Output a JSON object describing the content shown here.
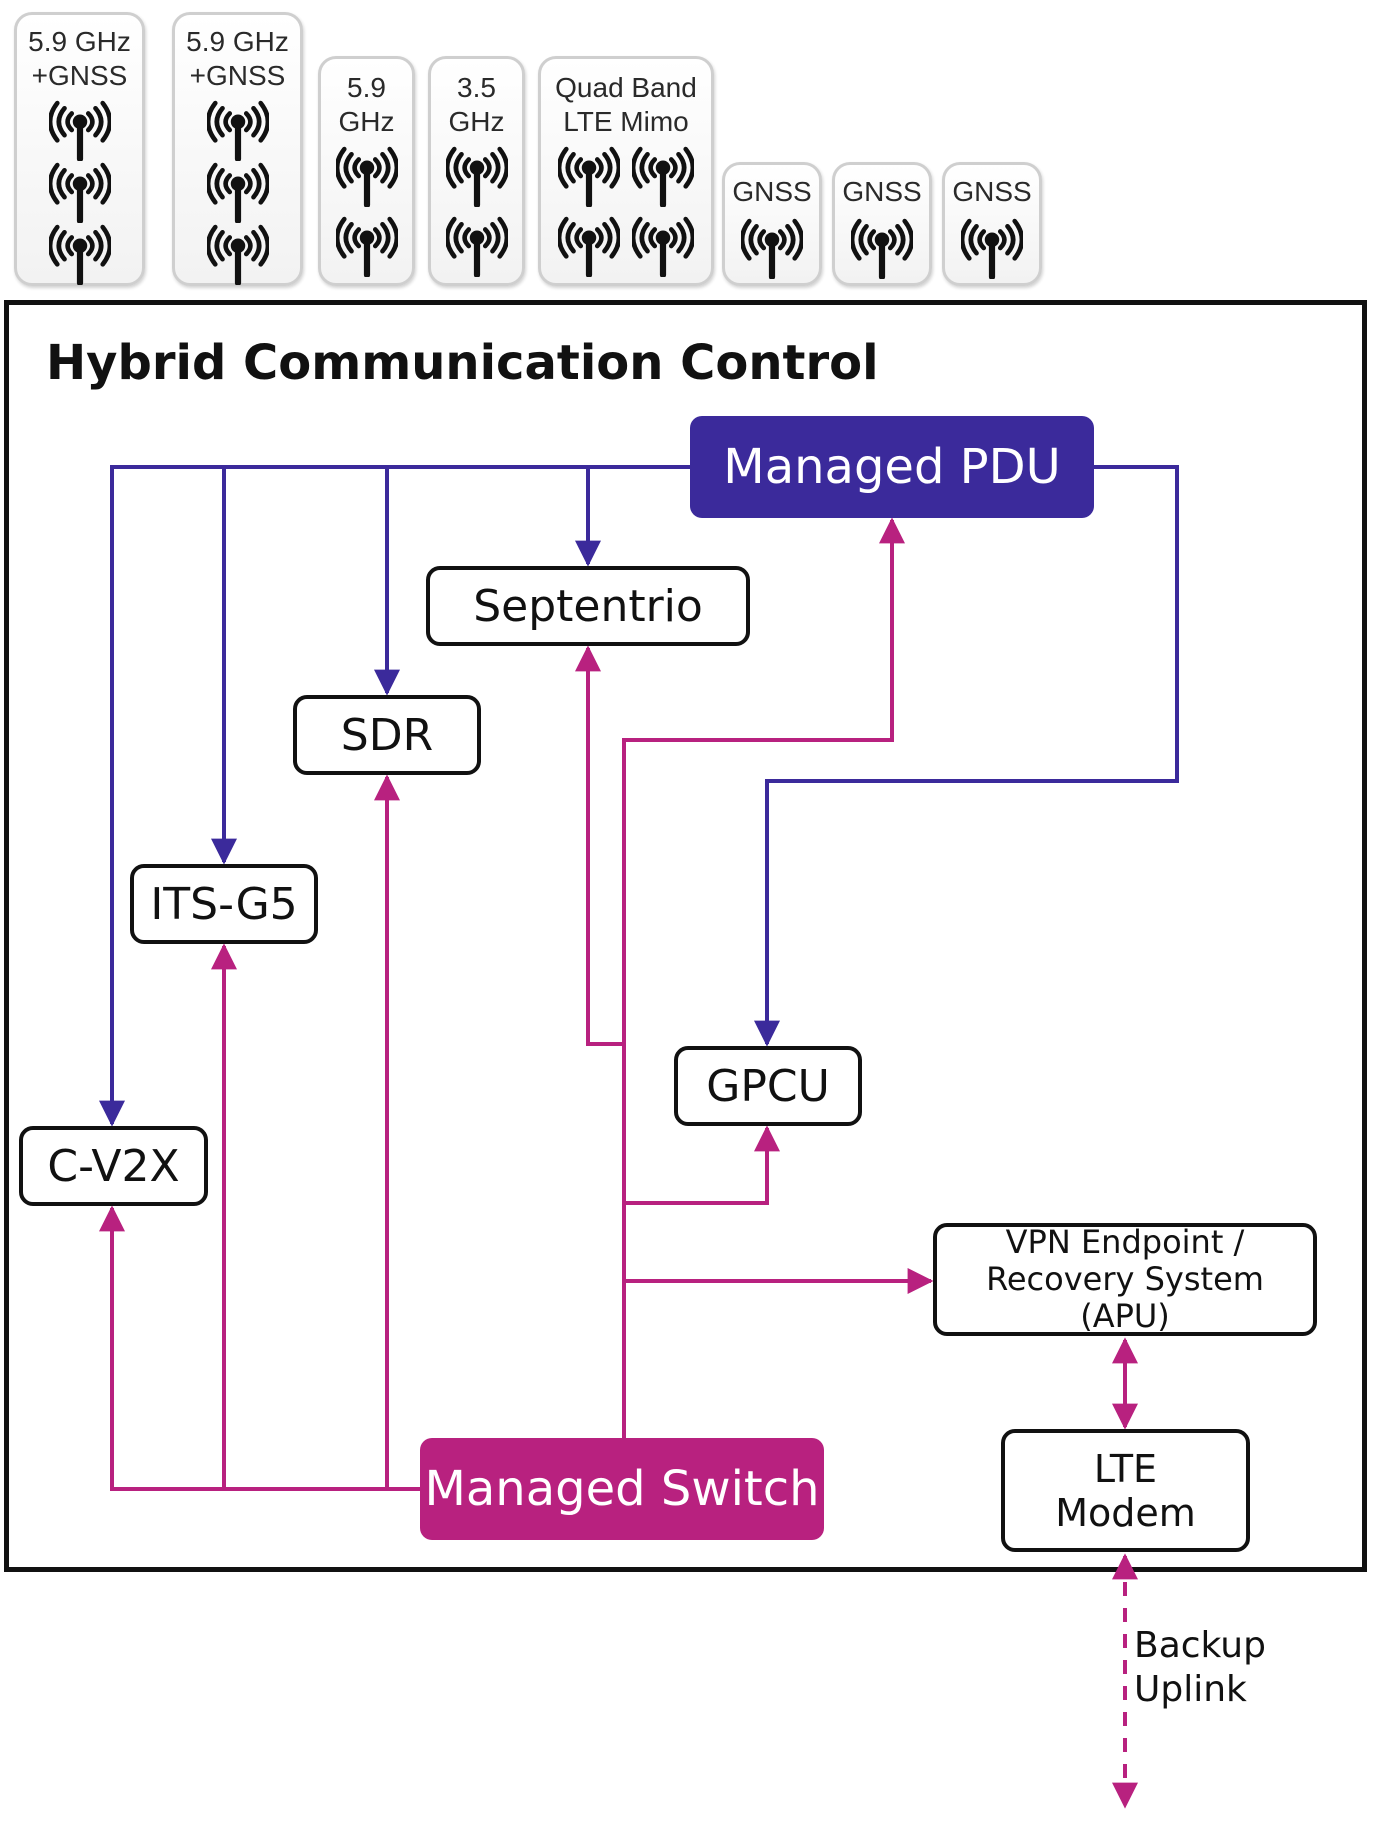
{
  "title": "Hybrid Communication Control",
  "colors": {
    "power": "#3b2a9b",
    "network": "#b8217f",
    "frame": "#111111"
  },
  "antennas": [
    {
      "label": "5.9 GHz\n+GNSS",
      "icon": "antenna-icon",
      "count": 3,
      "per_row": 1
    },
    {
      "label": "5.9 GHz\n+GNSS",
      "icon": "antenna-icon",
      "count": 3,
      "per_row": 1
    },
    {
      "label": "5.9\nGHz",
      "icon": "antenna-icon",
      "count": 2,
      "per_row": 1
    },
    {
      "label": "3.5\nGHz",
      "icon": "antenna-icon",
      "count": 2,
      "per_row": 1
    },
    {
      "label": "Quad Band\nLTE Mimo",
      "icon": "antenna-icon",
      "count": 4,
      "per_row": 2
    },
    {
      "label": "GNSS",
      "icon": "antenna-icon",
      "count": 1,
      "per_row": 1
    },
    {
      "label": "GNSS",
      "icon": "antenna-icon",
      "count": 1,
      "per_row": 1
    },
    {
      "label": "GNSS",
      "icon": "antenna-icon",
      "count": 1,
      "per_row": 1
    }
  ],
  "nodes": {
    "pdu": "Managed PDU",
    "septentrio": "Septentrio",
    "sdr": "SDR",
    "itsg5": "ITS-G5",
    "cv2x": "C-V2X",
    "gpcu": "GPCU",
    "vpn": "VPN Endpoint /\nRecovery System (APU)",
    "lte": "LTE\nModem",
    "switch": "Managed Switch"
  },
  "backup_label": "Backup\nUplink",
  "links": [
    {
      "from": "pdu",
      "to": "cv2x",
      "kind": "power"
    },
    {
      "from": "pdu",
      "to": "itsg5",
      "kind": "power"
    },
    {
      "from": "pdu",
      "to": "sdr",
      "kind": "power"
    },
    {
      "from": "pdu",
      "to": "septentrio",
      "kind": "power"
    },
    {
      "from": "pdu",
      "to": "gpcu",
      "kind": "power"
    },
    {
      "from": "switch",
      "to": "cv2x",
      "kind": "network"
    },
    {
      "from": "switch",
      "to": "itsg5",
      "kind": "network"
    },
    {
      "from": "switch",
      "to": "sdr",
      "kind": "network"
    },
    {
      "from": "switch",
      "to": "septentrio",
      "kind": "network"
    },
    {
      "from": "switch",
      "to": "pdu",
      "kind": "network"
    },
    {
      "from": "switch",
      "to": "gpcu",
      "kind": "network"
    },
    {
      "from": "switch",
      "to": "vpn",
      "kind": "network"
    },
    {
      "from": "vpn",
      "to": "lte",
      "kind": "network",
      "bidirectional": true
    },
    {
      "from": "lte",
      "to": "backup",
      "kind": "network",
      "bidirectional": true,
      "dashed": true
    }
  ]
}
